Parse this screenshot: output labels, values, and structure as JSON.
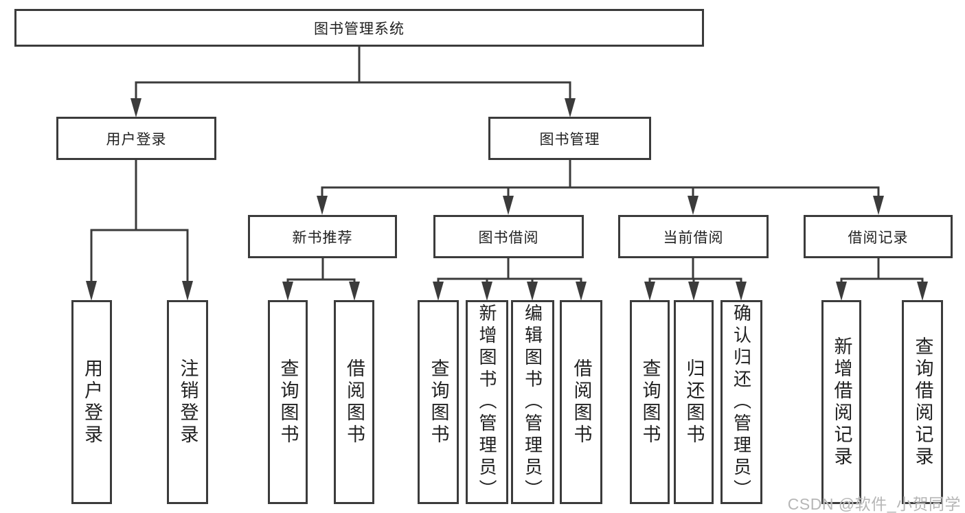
{
  "diagram": {
    "root": {
      "label": "图书管理系统"
    },
    "children": [
      {
        "label": "用户登录",
        "children": [
          {
            "label": "用户登录"
          },
          {
            "label": "注销登录"
          }
        ]
      },
      {
        "label": "图书管理",
        "children": [
          {
            "label": "新书推荐",
            "children": [
              {
                "label": "查询图书"
              },
              {
                "label": "借阅图书"
              }
            ]
          },
          {
            "label": "图书借阅",
            "children": [
              {
                "label": "查询图书"
              },
              {
                "label": "新增图书（管理员）"
              },
              {
                "label": "编辑图书（管理员）"
              },
              {
                "label": "借阅图书"
              }
            ]
          },
          {
            "label": "当前借阅",
            "children": [
              {
                "label": "查询图书"
              },
              {
                "label": "归还图书"
              },
              {
                "label": "确认归还（管理员）"
              }
            ]
          },
          {
            "label": "借阅记录",
            "children": [
              {
                "label": "新增借阅记录"
              },
              {
                "label": "查询借阅记录"
              }
            ]
          }
        ]
      }
    ]
  },
  "watermark": {
    "text": "CSDN @软件_小贺同学"
  },
  "colors": {
    "line": "#3b3b3b",
    "text": "#212121",
    "background": "#ffffff",
    "watermark": "#b6b6b6"
  }
}
